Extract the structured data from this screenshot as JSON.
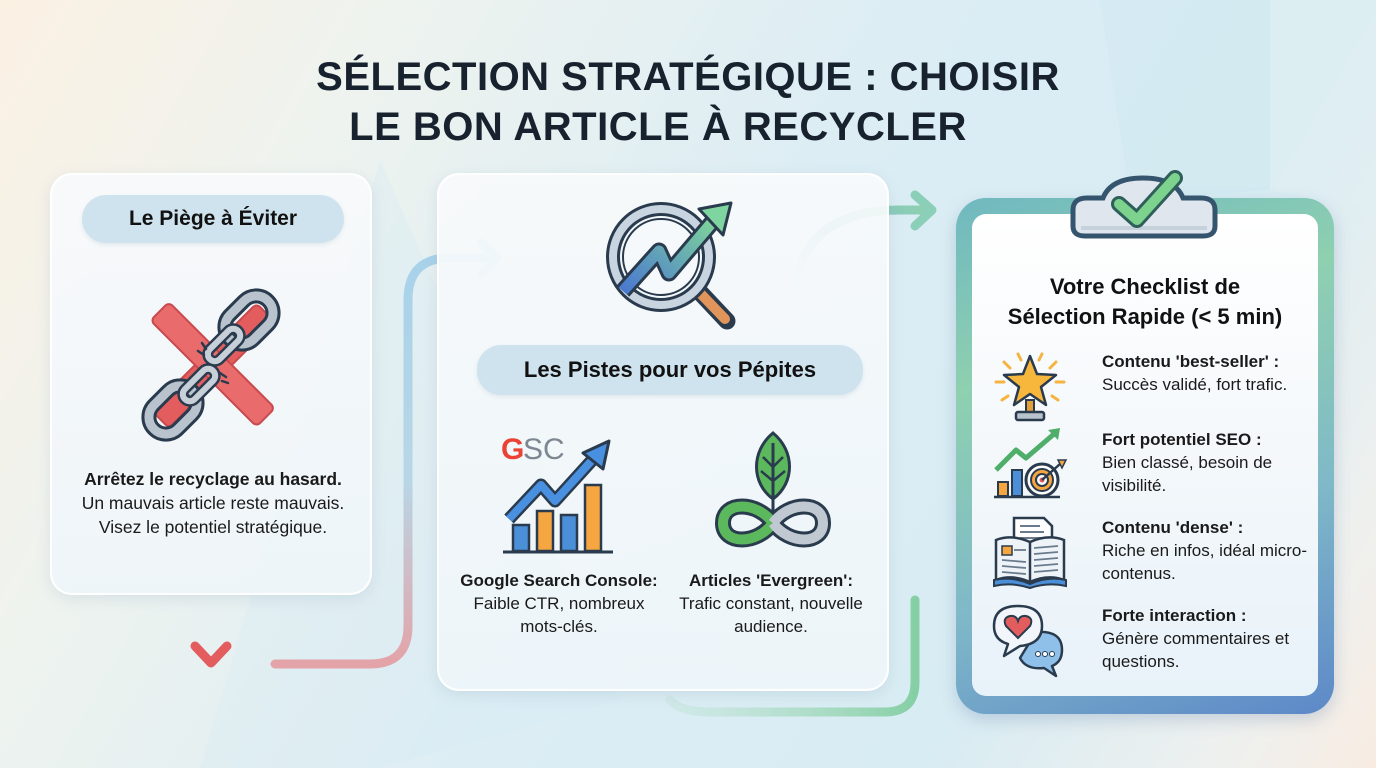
{
  "title": {
    "line1": "SÉLECTION STRATÉGIQUE : CHOISIR",
    "line2": "LE BON ARTICLE À RECYCLER"
  },
  "colors": {
    "title": "#17222e",
    "pill_bg": "#cfe3ef",
    "red_accent": "#e35d5f",
    "blue_accent": "#4a8fd8",
    "green_accent": "#5cbf6e",
    "orange_accent": "#f5a640",
    "frame_gradient_start": "#6fb8c0",
    "frame_gradient_end": "#5d88c8"
  },
  "trap_card": {
    "heading": "Le Piège à Éviter",
    "icon": "broken-chain-x-icon",
    "text_bold": "Arrêtez le recyclage au hasard.",
    "text_rest": " Un mauvais article reste mauvais. Visez le potentiel stratégique."
  },
  "leads_card": {
    "icon": "magnifier-trend-icon",
    "heading": "Les Pistes pour vos Pépites",
    "items": [
      {
        "icon": "gsc-bar-chart-icon",
        "logo_text": "GSC",
        "title": "Google Search Console:",
        "desc": "Faible CTR, nombreux mots-clés."
      },
      {
        "icon": "leaf-infinity-icon",
        "title": "Articles 'Evergreen':",
        "desc": "Trafic constant, nouvelle audience."
      }
    ]
  },
  "checklist": {
    "icon": "clipboard-check-icon",
    "title_line1": "Votre Checklist de",
    "title_line2": "Sélection Rapide (< 5 min)",
    "items": [
      {
        "icon": "star-trophy-icon",
        "title": "Contenu 'best-seller' :",
        "desc": "Succès validé, fort trafic."
      },
      {
        "icon": "seo-target-chart-icon",
        "title": "Fort potentiel SEO :",
        "desc": "Bien classé, besoin de visibilité."
      },
      {
        "icon": "open-book-document-icon",
        "title": "Contenu 'dense' :",
        "desc": "Riche en infos, idéal micro-contenus."
      },
      {
        "icon": "chat-bubbles-heart-icon",
        "title": "Forte interaction :",
        "desc": "Génère commentaires et questions."
      }
    ]
  }
}
